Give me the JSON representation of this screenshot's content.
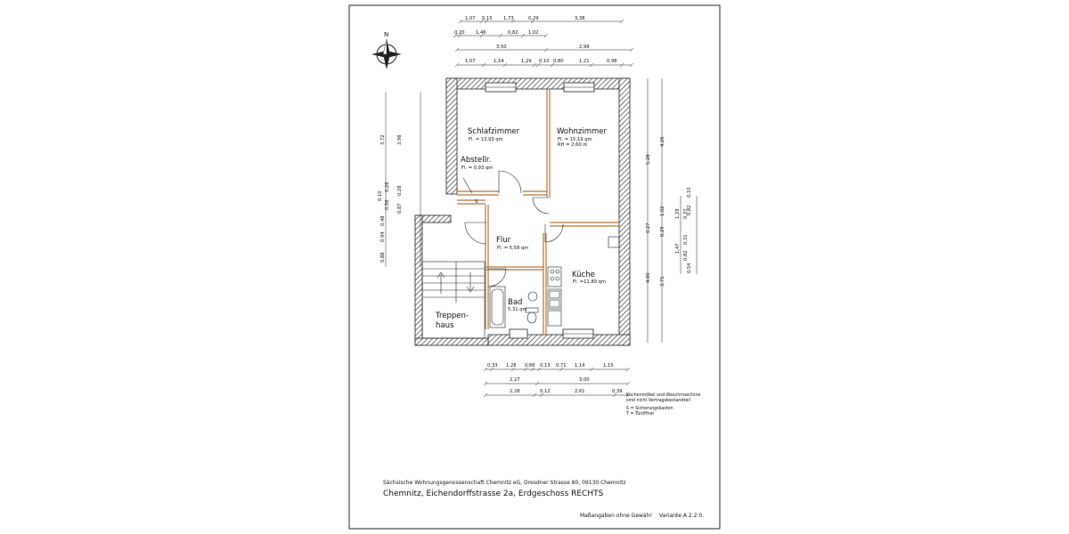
{
  "north_label": "N",
  "dims_top_row1": [
    "1,07",
    "0,15",
    "1,73",
    "0,29",
    "3,38"
  ],
  "dims_top_row2": [
    "0,20",
    "1,46",
    "0,82",
    "1,02"
  ],
  "dims_top_row3": [
    "3,50",
    "2,99"
  ],
  "dims_top_row4": [
    "1,07",
    "1,14",
    "1,29",
    "0,10",
    "0,80",
    "1,21",
    "0,98"
  ],
  "dims_left": [
    "3,72",
    "3,98",
    "0,10",
    "0,26",
    "0,56",
    "0,28",
    "0,87",
    "0,48",
    "0,94",
    "0,88"
  ],
  "dims_right": [
    "4,26",
    "5,28",
    "0,27",
    "1,02",
    "0,29",
    "1,29",
    "0,37",
    "0,10",
    "0,82",
    "1,47",
    "0,31",
    "0,82",
    "0,54",
    "4,00",
    "3,71"
  ],
  "dims_bottom_row1": [
    "0,33",
    "1,28",
    "0,66",
    "0,13",
    "0,71",
    "1,14",
    "1,15"
  ],
  "dims_bottom_row2": [
    "2,27",
    "3,00"
  ],
  "dims_bottom_row3": [
    "2,28",
    "0,12",
    "2,61",
    "0,39"
  ],
  "rooms": {
    "schlafzimmer": {
      "name": "Schlafzimmer",
      "area": "Fl. = 13,93 qm"
    },
    "wohnzimmer": {
      "name": "Wohnzimmer",
      "area": "Fl. = 15,19 qm",
      "height": "RH = 2,60 m"
    },
    "abstellraum": {
      "name": "Abstellr.",
      "area": "Fl. = 0,93 qm"
    },
    "flur": {
      "name": "Flur",
      "area": "Fl. = 5,58 qm"
    },
    "kueche": {
      "name": "Küche",
      "area": "Fl. =11,89 qm"
    },
    "bad": {
      "name": "Bad",
      "area": "5,31 qm"
    },
    "treppenhaus": {
      "name_line1": "Treppen-",
      "name_line2": "haus"
    }
  },
  "symbol_s": "S",
  "notes": [
    "Küchenmöbel und Waschmaschine",
    "sind nicht Vertragsbestandteil",
    "S = Sicherungskasten",
    "T = Türöffner"
  ],
  "footer": {
    "company": "Sächsische Wohnungsgenossenschaft Chemnitz eG, Dresdner Strasse 80, 09130 Chemnitz",
    "address": "Chemnitz, Eichendorffstrasse 2a, Erdgeschoss RECHTS",
    "disclaimer": "Maßangaben ohne Gewähr",
    "variant": "Variante A 2.2.0."
  }
}
